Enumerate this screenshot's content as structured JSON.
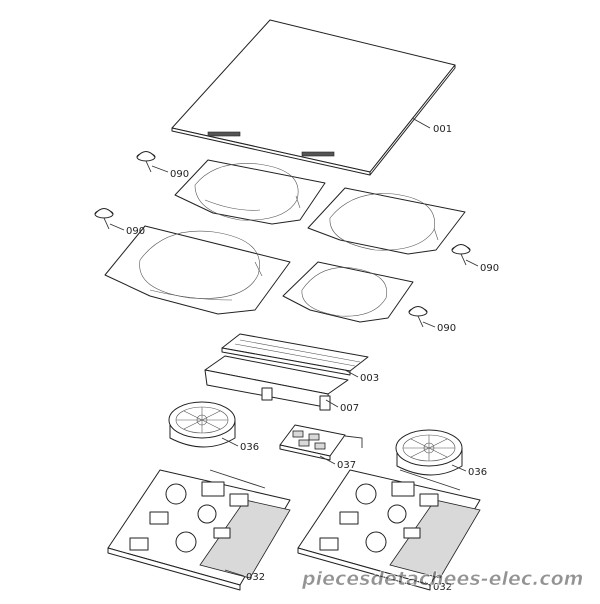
{
  "labels": {
    "glass_top": "001",
    "foot_1": "090",
    "foot_2": "090",
    "foot_3": "090",
    "foot_4": "090",
    "control_panel": "003",
    "control_support": "007",
    "fan_left": "036",
    "fan_right": "036",
    "control_board": "037",
    "power_board_left": "032",
    "power_board_right": "032"
  },
  "watermark": "piecesdetachees-elec.com"
}
